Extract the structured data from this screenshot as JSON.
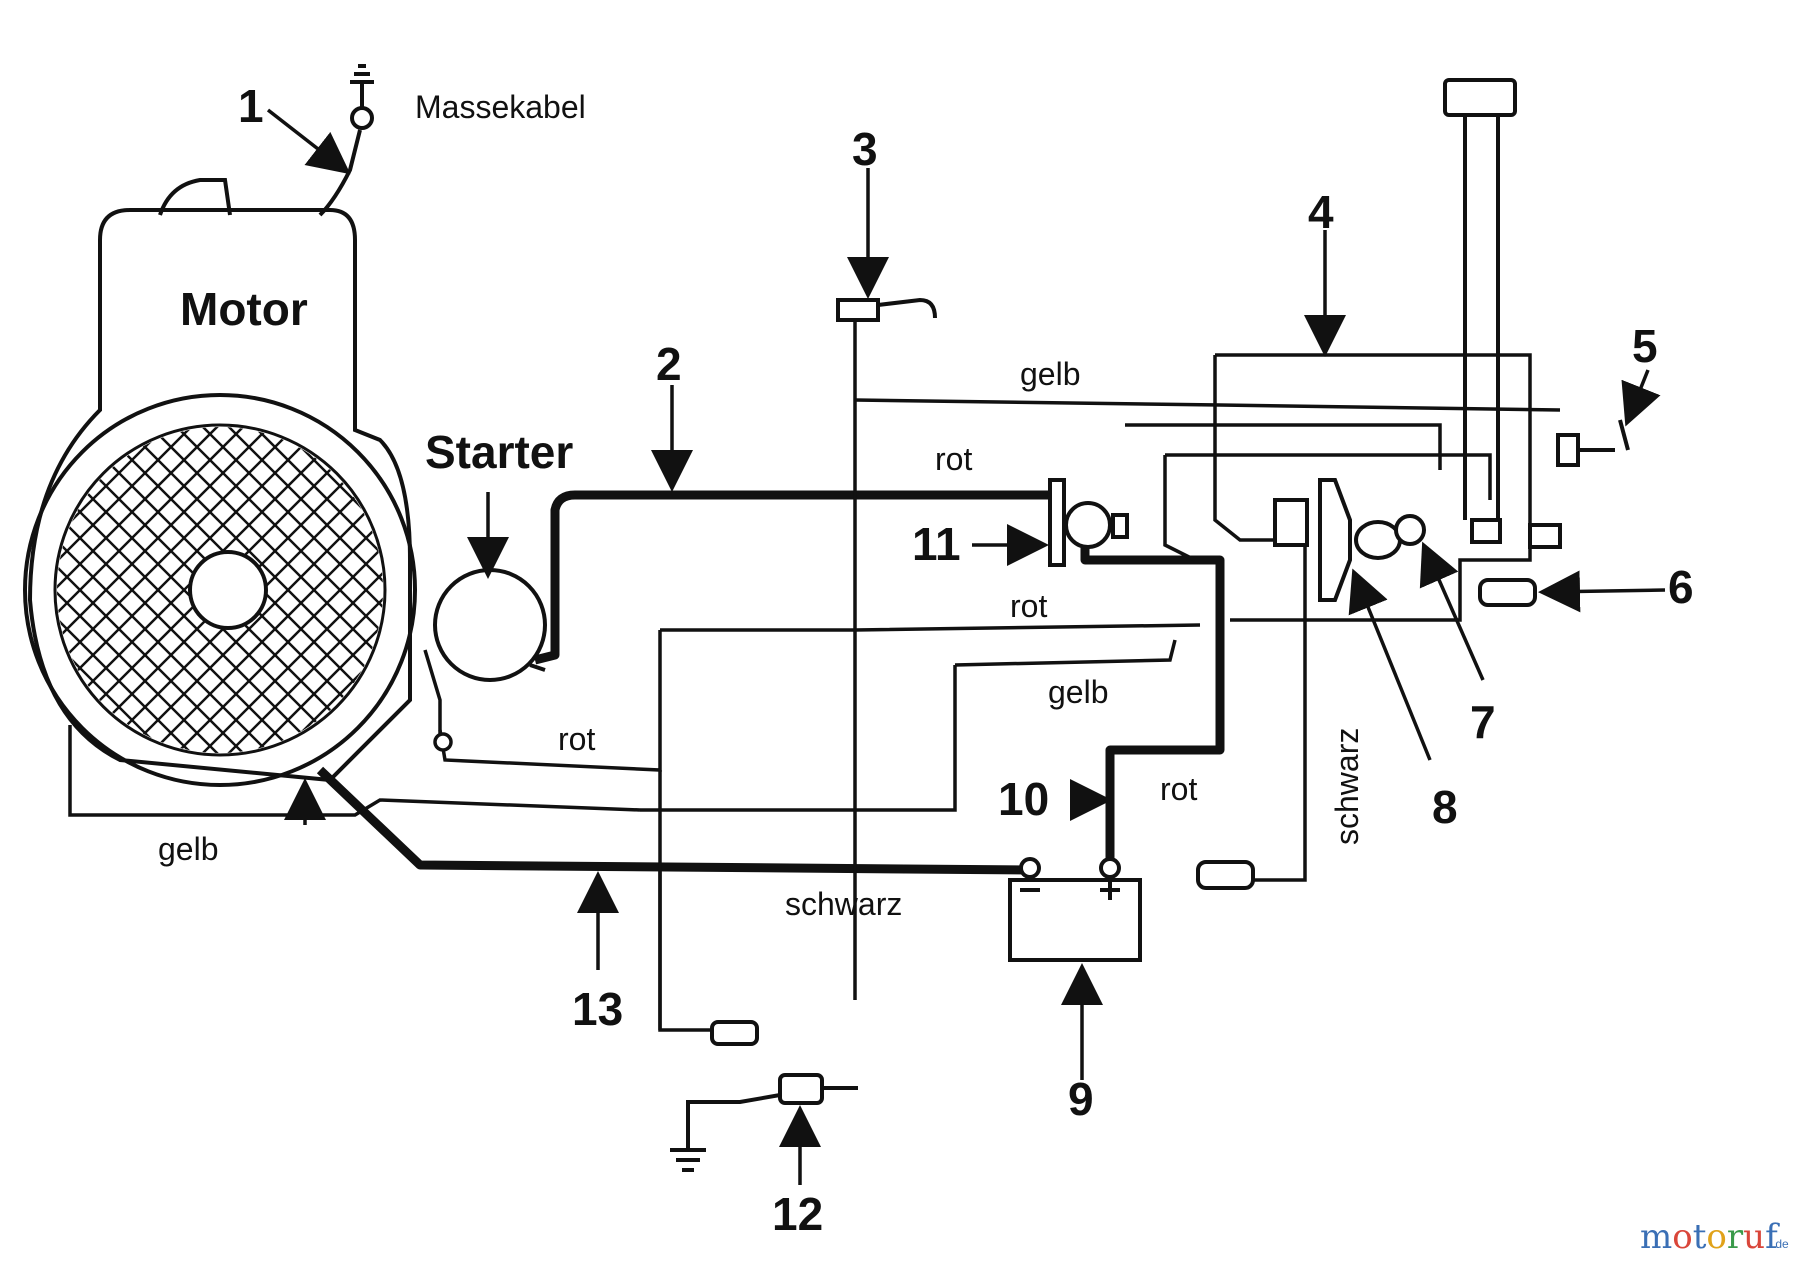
{
  "labels": {
    "massekabel": "Massekabel",
    "motor": "Motor",
    "starter": "Starter",
    "gelb_top": "gelb",
    "rot_top": "rot",
    "rot_mid": "rot",
    "gelb_mid": "gelb",
    "rot_low": "rot",
    "gelb_left": "gelb",
    "rot_battery": "rot",
    "schwarz_bottom": "schwarz",
    "schwarz_vertical": "schwarz"
  },
  "callouts": [
    "1",
    "2",
    "3",
    "4",
    "5",
    "6",
    "7",
    "8",
    "9",
    "10",
    "11",
    "12",
    "13"
  ],
  "watermark": {
    "text": "motoruf",
    "suffix": ".de",
    "letters": [
      {
        "char": "m",
        "color": "#3a6fb5"
      },
      {
        "char": "o",
        "color": "#d9463a"
      },
      {
        "char": "t",
        "color": "#3a6fb5"
      },
      {
        "char": "o",
        "color": "#e0a21a"
      },
      {
        "char": "r",
        "color": "#3a9a4a"
      },
      {
        "char": "u",
        "color": "#d9463a"
      },
      {
        "char": "f",
        "color": "#3a6fb5"
      }
    ]
  }
}
